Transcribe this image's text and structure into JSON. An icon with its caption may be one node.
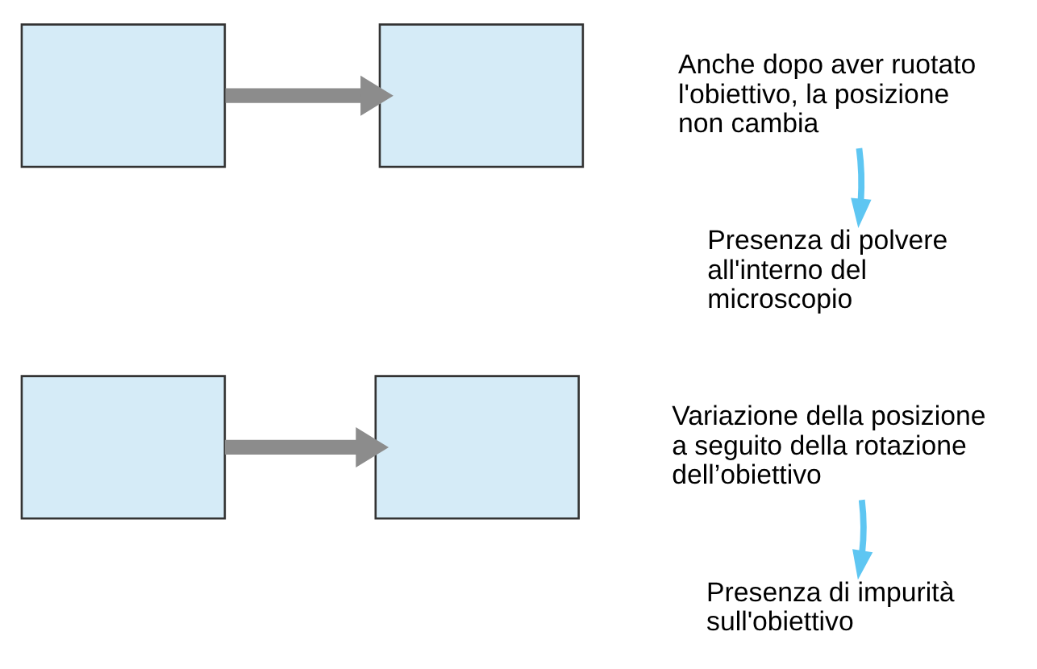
{
  "diagram": {
    "nodes": [
      {
        "text": [],
        "shape": "box"
      },
      {
        "text": [],
        "shape": "box"
      },
      {
        "text": [
          "Anche dopo aver ruotato l'obiettivo, la posizione non cambia"
        ]
      },
      {
        "text": [
          "Presenza di polvere all'interno del microscopio"
        ]
      },
      {
        "text": [],
        "shape": "box"
      },
      {
        "text": [],
        "shape": "box"
      },
      {
        "text": [
          "Variazione della posizione a seguito della rotazione dell’obiettivo"
        ]
      },
      {
        "text": [
          "Presenza di impurità sull'obiettivo"
        ]
      }
    ],
    "edges": [
      {
        "from": 0,
        "to": 1,
        "arrow": "to",
        "style": "thick",
        "color": "#8c8c8c"
      },
      {
        "from": 2,
        "to": 3,
        "arrow": "to",
        "color": "#5ec6f2"
      },
      {
        "from": 4,
        "to": 5,
        "arrow": "to",
        "style": "thick",
        "color": "#8c8c8c"
      },
      {
        "from": 6,
        "to": 7,
        "arrow": "to",
        "color": "#5ec6f2"
      }
    ]
  }
}
